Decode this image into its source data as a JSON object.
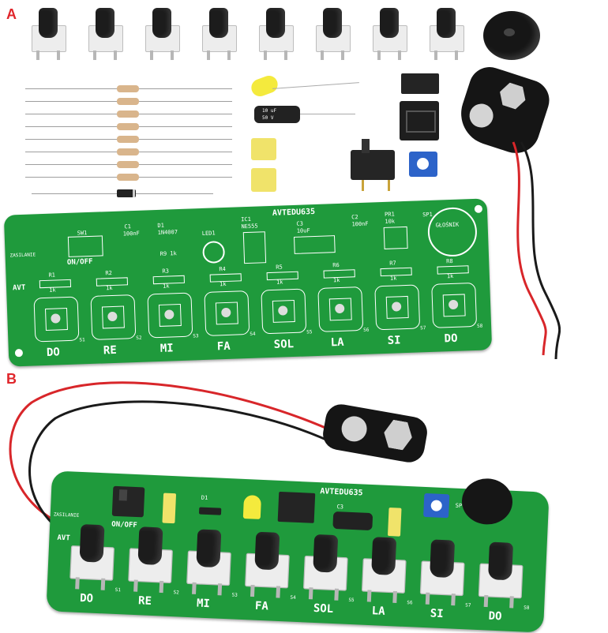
{
  "panels": {
    "a": "A",
    "b": "B"
  },
  "board_a": {
    "title": "AVTEDU635",
    "notes": [
      "DO",
      "RE",
      "MI",
      "FA",
      "SOL",
      "LA",
      "SI",
      "DO"
    ],
    "switch_labels": [
      "S1",
      "S2",
      "S3",
      "S4",
      "S5",
      "S6",
      "S7",
      "S8"
    ],
    "resistor_labels": [
      "R1",
      "R2",
      "R3",
      "R4",
      "R5",
      "R6",
      "R7",
      "R8"
    ],
    "resistor_value": "1k",
    "r9_label": "R9 1k",
    "sw1": "SW1",
    "onoff": "ON/OFF",
    "zasilanie": "ZASILANIE",
    "c1": "C1",
    "c1_val": "100nF",
    "d1": "D1",
    "d1_val": "1N4007",
    "led1": "LED1",
    "ic1": "IC1",
    "ic1_val": "NE555",
    "c3": "C3",
    "c3_val": "10uF",
    "c2": "C2",
    "c2_val": "100nF",
    "pr1": "PR1",
    "pr1_val": "10k",
    "sp1": "SP1",
    "glosnik": "GŁOŚNIK",
    "avt_logo": "AVT"
  },
  "board_b": {
    "title": "AVTEDU635",
    "notes": [
      "DO",
      "RE",
      "MI",
      "FA",
      "SOL",
      "LA",
      "SI",
      "DO"
    ],
    "switch_labels": [
      "S1",
      "S2",
      "S3",
      "S4",
      "S5",
      "S6",
      "S7",
      "S8"
    ],
    "onoff": "ON/OFF",
    "zasilanie": "ZASILANIE",
    "d1": "D1",
    "c3": "C3",
    "sp1": "SP1",
    "avt_logo": "AVT"
  },
  "colors": {
    "pcb": "#1f9a3c",
    "label": "#e0262b",
    "wire_red": "#d8262a",
    "wire_black": "#1a1a1a"
  }
}
